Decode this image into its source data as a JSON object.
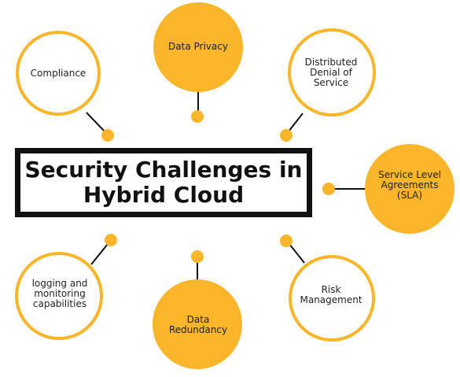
{
  "title": "Security Challenges in\nHybrid Cloud",
  "colors": {
    "accent": "#fbb52a",
    "stroke": "#111111",
    "text": "#222222"
  },
  "nodes": [
    {
      "id": "compliance",
      "label": "Compliance",
      "filled": false
    },
    {
      "id": "data-privacy",
      "label": "Data Privacy",
      "filled": true
    },
    {
      "id": "ddos",
      "label": "Distributed\nDenial of\nService",
      "filled": false
    },
    {
      "id": "sla",
      "label": "Service Level\nAgreements\n(SLA)",
      "filled": true
    },
    {
      "id": "risk-management",
      "label": "Risk\nManagement",
      "filled": false
    },
    {
      "id": "data-redundancy",
      "label": "Data\nRedundancy",
      "filled": true
    },
    {
      "id": "logging",
      "label": "logging and\nmonitoring\ncapabilities",
      "filled": false
    }
  ]
}
